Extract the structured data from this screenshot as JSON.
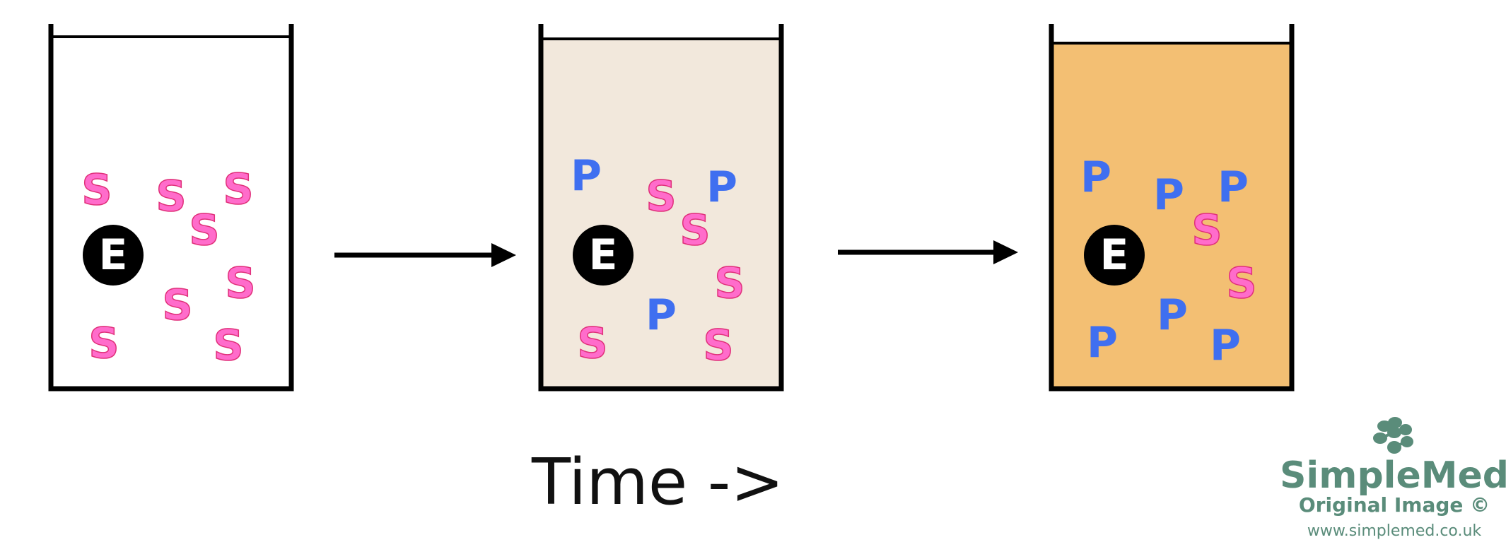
{
  "diagram": {
    "time_label": "Time ->",
    "enzyme_label": "E",
    "beakers": [
      {
        "fill": "#ffffff",
        "molecules": [
          "S",
          "S",
          "S",
          "S",
          "S",
          "S",
          "S",
          "S"
        ]
      },
      {
        "fill": "#f2e8dc",
        "molecules": [
          "P",
          "P",
          "P",
          "S",
          "S",
          "S",
          "S",
          "S"
        ]
      },
      {
        "fill": "#f3bf73",
        "molecules": [
          "P",
          "P",
          "P",
          "P",
          "P",
          "P",
          "S",
          "S"
        ]
      }
    ],
    "colors": {
      "substrate": "#ff6ccb",
      "product": "#3f6ff0",
      "enzyme": "#000000",
      "outline": "#000000"
    }
  },
  "watermark": {
    "brand": "SimpleMed",
    "subtitle": "Original Image ©",
    "url": "www.simplemed.co.uk",
    "color": "#5a8c7a"
  }
}
